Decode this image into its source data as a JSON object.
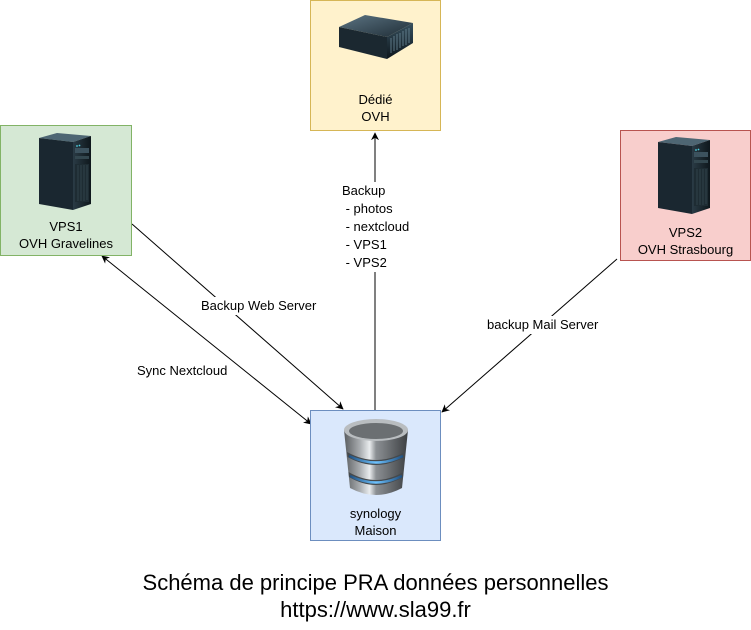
{
  "nodes": {
    "dedie": {
      "line1": "Dédié",
      "line2": "OVH",
      "icon": "rack-server-icon",
      "fill": "#fff2cc",
      "stroke": "#d6b656"
    },
    "vps1": {
      "line1": "VPS1",
      "line2": "OVH Gravelines",
      "icon": "tower-server-icon",
      "fill": "#d5e8d4",
      "stroke": "#82b366"
    },
    "vps2": {
      "line1": "VPS2",
      "line2": "OVH Strasbourg",
      "icon": "tower-server-icon",
      "fill": "#f8cecc",
      "stroke": "#b85450"
    },
    "synology": {
      "line1": "synology",
      "line2": "Maison",
      "icon": "database-icon",
      "fill": "#dae8fc",
      "stroke": "#6c8ebf"
    }
  },
  "edges": {
    "backup_dedie": {
      "from": "synology",
      "to": "dedie",
      "label": "Backup\n - photos\n - nextcloud\n - VPS1\n - VPS2"
    },
    "backup_web": {
      "from": "vps1",
      "to": "synology",
      "label": "Backup Web Server"
    },
    "sync_nextcloud": {
      "from": "vps1",
      "to": "synology",
      "bidirectional": true,
      "label": "Sync Nextcloud"
    },
    "backup_mail": {
      "from": "vps2",
      "to": "synology",
      "label": "backup Mail Server"
    }
  },
  "caption": {
    "title": "Schéma de principe PRA données personnelles",
    "url": "https://www.sla99.fr"
  },
  "colors": {
    "edge": "#000000",
    "background": "#ffffff"
  }
}
